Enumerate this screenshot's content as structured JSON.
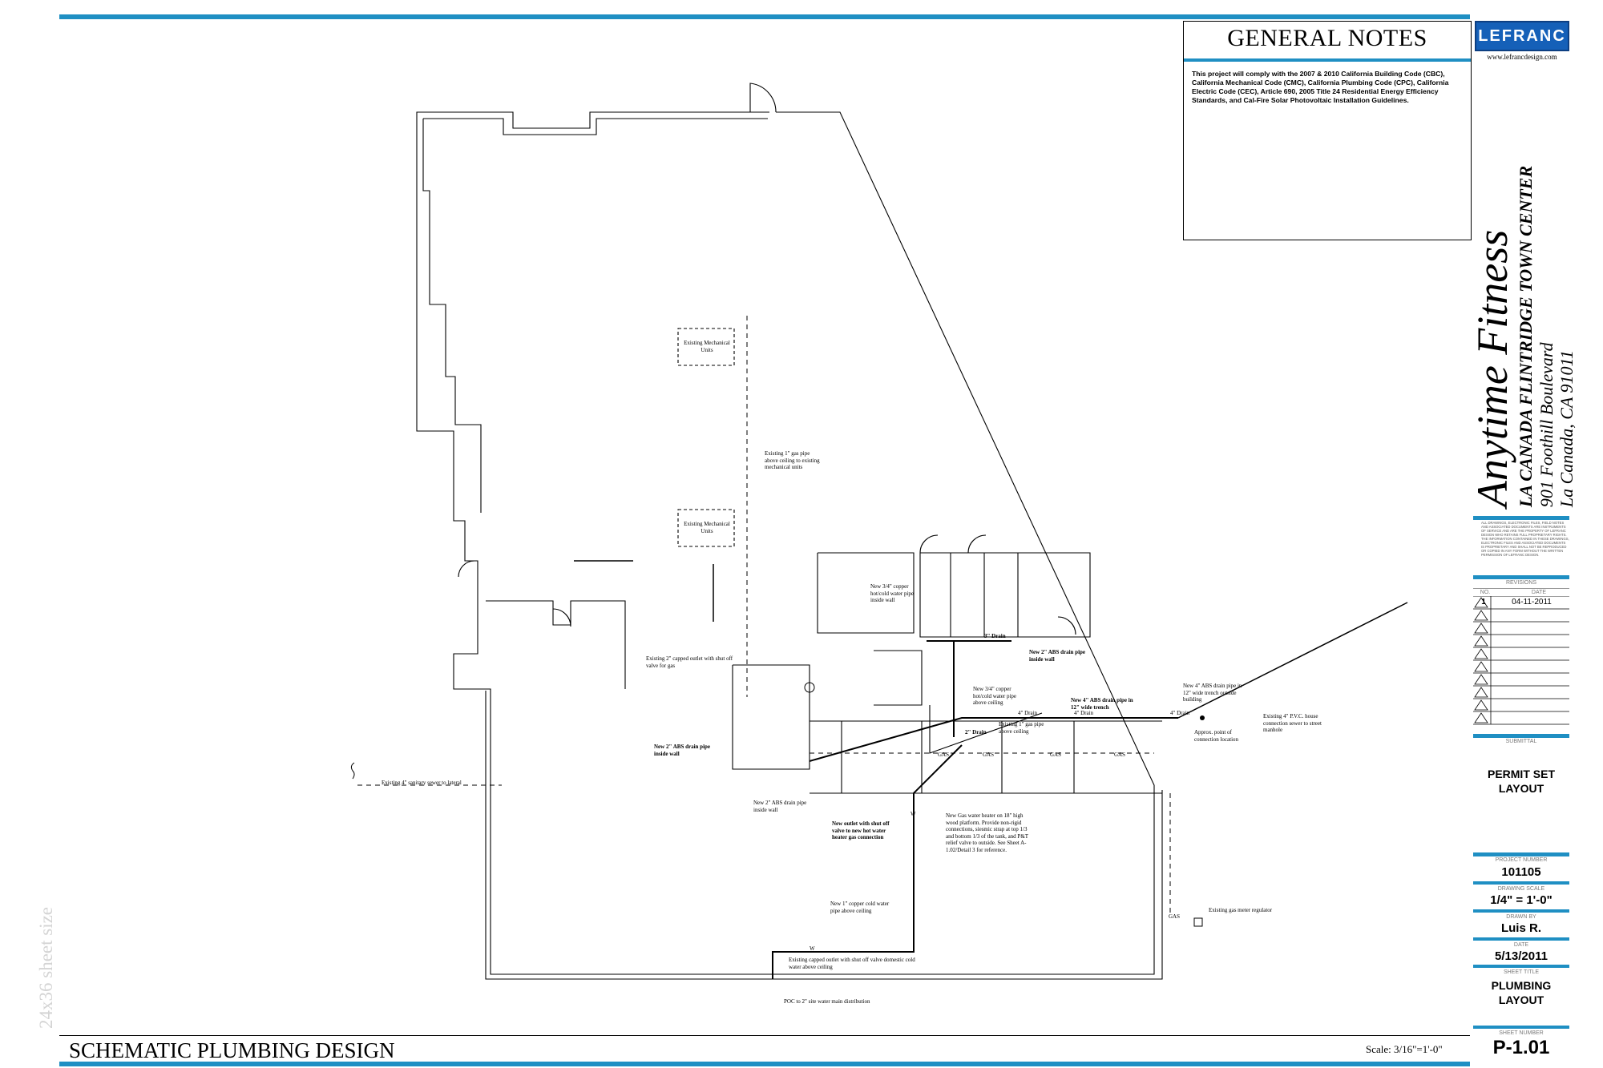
{
  "general_notes": {
    "title": "GENERAL NOTES",
    "text": "This project will comply with the 2007 & 2010 California Building Code (CBC), California Mechanical Code (CMC), California Plumbing Code (CPC), California Electric Code (CEC),  Article 690, 2005 Title 24 Residential Energy Efficiency Standards, and Cal-Fire Solar Photovoltaic Installation Guidelines."
  },
  "logo": {
    "name": "LEFRANC",
    "url": "www.lefrancdesign.com"
  },
  "project": {
    "name": "Anytime Fitness",
    "center": "LA CANADA FLINTRIDGE TOWN CENTER",
    "address_line1": "901 Foothill Boulevard",
    "address_line2": "La Canada, CA 91011"
  },
  "title_block": {
    "disclaimer": "ALL DRAWINGS, ELECTRONIC FILES, FIELD NOTES AND ASSOCIATED DOCUMENTS ARE INSTRUMENTS OF SERVICE AND ARE THE PROPERTY OF LEFRANC DESIGN WHO RETAINS FULL PROPRIETARY RIGHTS. THE INFORMATION CONTAINED IN THESE DRAWINGS, ELECTRONIC FILES AND ASSOCIATED DOCUMENTS IS PROPRIETARY AND SHALL NOT BE REPRODUCED OR COPIED IN ANY FORM WITHOUT THE WRITTEN PERMISSION OF LEFRANC DESIGN.",
    "revisions_label": "REVISIONS",
    "no_label": "NO.",
    "date_label": "DATE",
    "revisions": [
      {
        "no": "1",
        "date": "04-11-2011"
      }
    ],
    "submittal_label": "SUBMITTAL",
    "submittal_line1": "PERMIT SET",
    "submittal_line2": "LAYOUT",
    "project_number_label": "PROJECT NUMBER",
    "project_number": "101105",
    "drawing_scale_label": "DRAWING SCALE",
    "drawing_scale": "1/4\" = 1'-0\"",
    "drawn_by_label": "DRAWN BY",
    "drawn_by": "Luis R.",
    "date_label2": "DATE",
    "date": "5/13/2011",
    "sheet_title_label": "SHEET TITLE",
    "sheet_title_line1": "PLUMBING",
    "sheet_title_line2": "LAYOUT",
    "sheet_number_label": "SHEET NUMBER",
    "sheet_number": "P-1.01"
  },
  "sheet": {
    "title": "SCHEMATIC PLUMBING DESIGN",
    "scale": "Scale: 3/16\"=1'-0\"",
    "size_label": "24x36 sheet size"
  },
  "plan_labels": {
    "mech1": "Existing Mechanical Units",
    "mech2": "Existing Mechanical Units",
    "gas_existing": "Existing 1\" gas pipe above ceiling to existing mechanical units",
    "gas_capped": "Existing 2\" capped outlet with shut off valve for gas",
    "copper_new": "New 3/4\" copper hot/cold water pipe inside wall",
    "copper_new2": "New 3/4\" copper hot/cold water pipe above ceiling",
    "abs_new2_top": "New 2\" ABS drain pipe inside wall",
    "abs_new4": "New 4\" ABS drain pipe in 12\" wide trench",
    "abs_new4_right": "New 4\" ABS drain pipe in 12\" wide trench outside building",
    "pvc_existing": "Existing 4\" P.V.C. house connection sewer to street manhole",
    "poc": "Approx. point of connection location",
    "gas_1_existing": "Existing 1\" gas pipe above ceiling",
    "abs_new2_left": "New 2\" ABS drain pipe inside wall",
    "abs_new2_bottom": "New 2\" ABS drain pipe inside wall",
    "gas_outlet_new": "New outlet with shut off valve to new hot water heater gas connection",
    "water_heater": "New Gas water heater on 18\" high wood platform. Provide non-rigid connections, siesmic strap at top 1/3 and bottom 1/3 of the tank, and P&T relief valve to outside. See Sheet A-1.02/Detail 3 for reference.",
    "sewer_lateral": "Existing 4\" sanitary sewer to lateral",
    "cold_water_new": "New 1\" copper cold water pipe above ceiling",
    "capped_cold": "Existing capped outlet with shut off valve domestic cold water above ceiling",
    "poc_water": "POC to 2\" site water main distribution",
    "gas_meter": "Existing gas meter regulator",
    "drain_4": "4\" Drain",
    "drain_3": "3\" Drain",
    "drain_2": "2\" Drain",
    "gas": "GAS",
    "w": "W"
  },
  "colors": {
    "accent": "#1f8fc3",
    "logo_blue": "#1560b8"
  }
}
